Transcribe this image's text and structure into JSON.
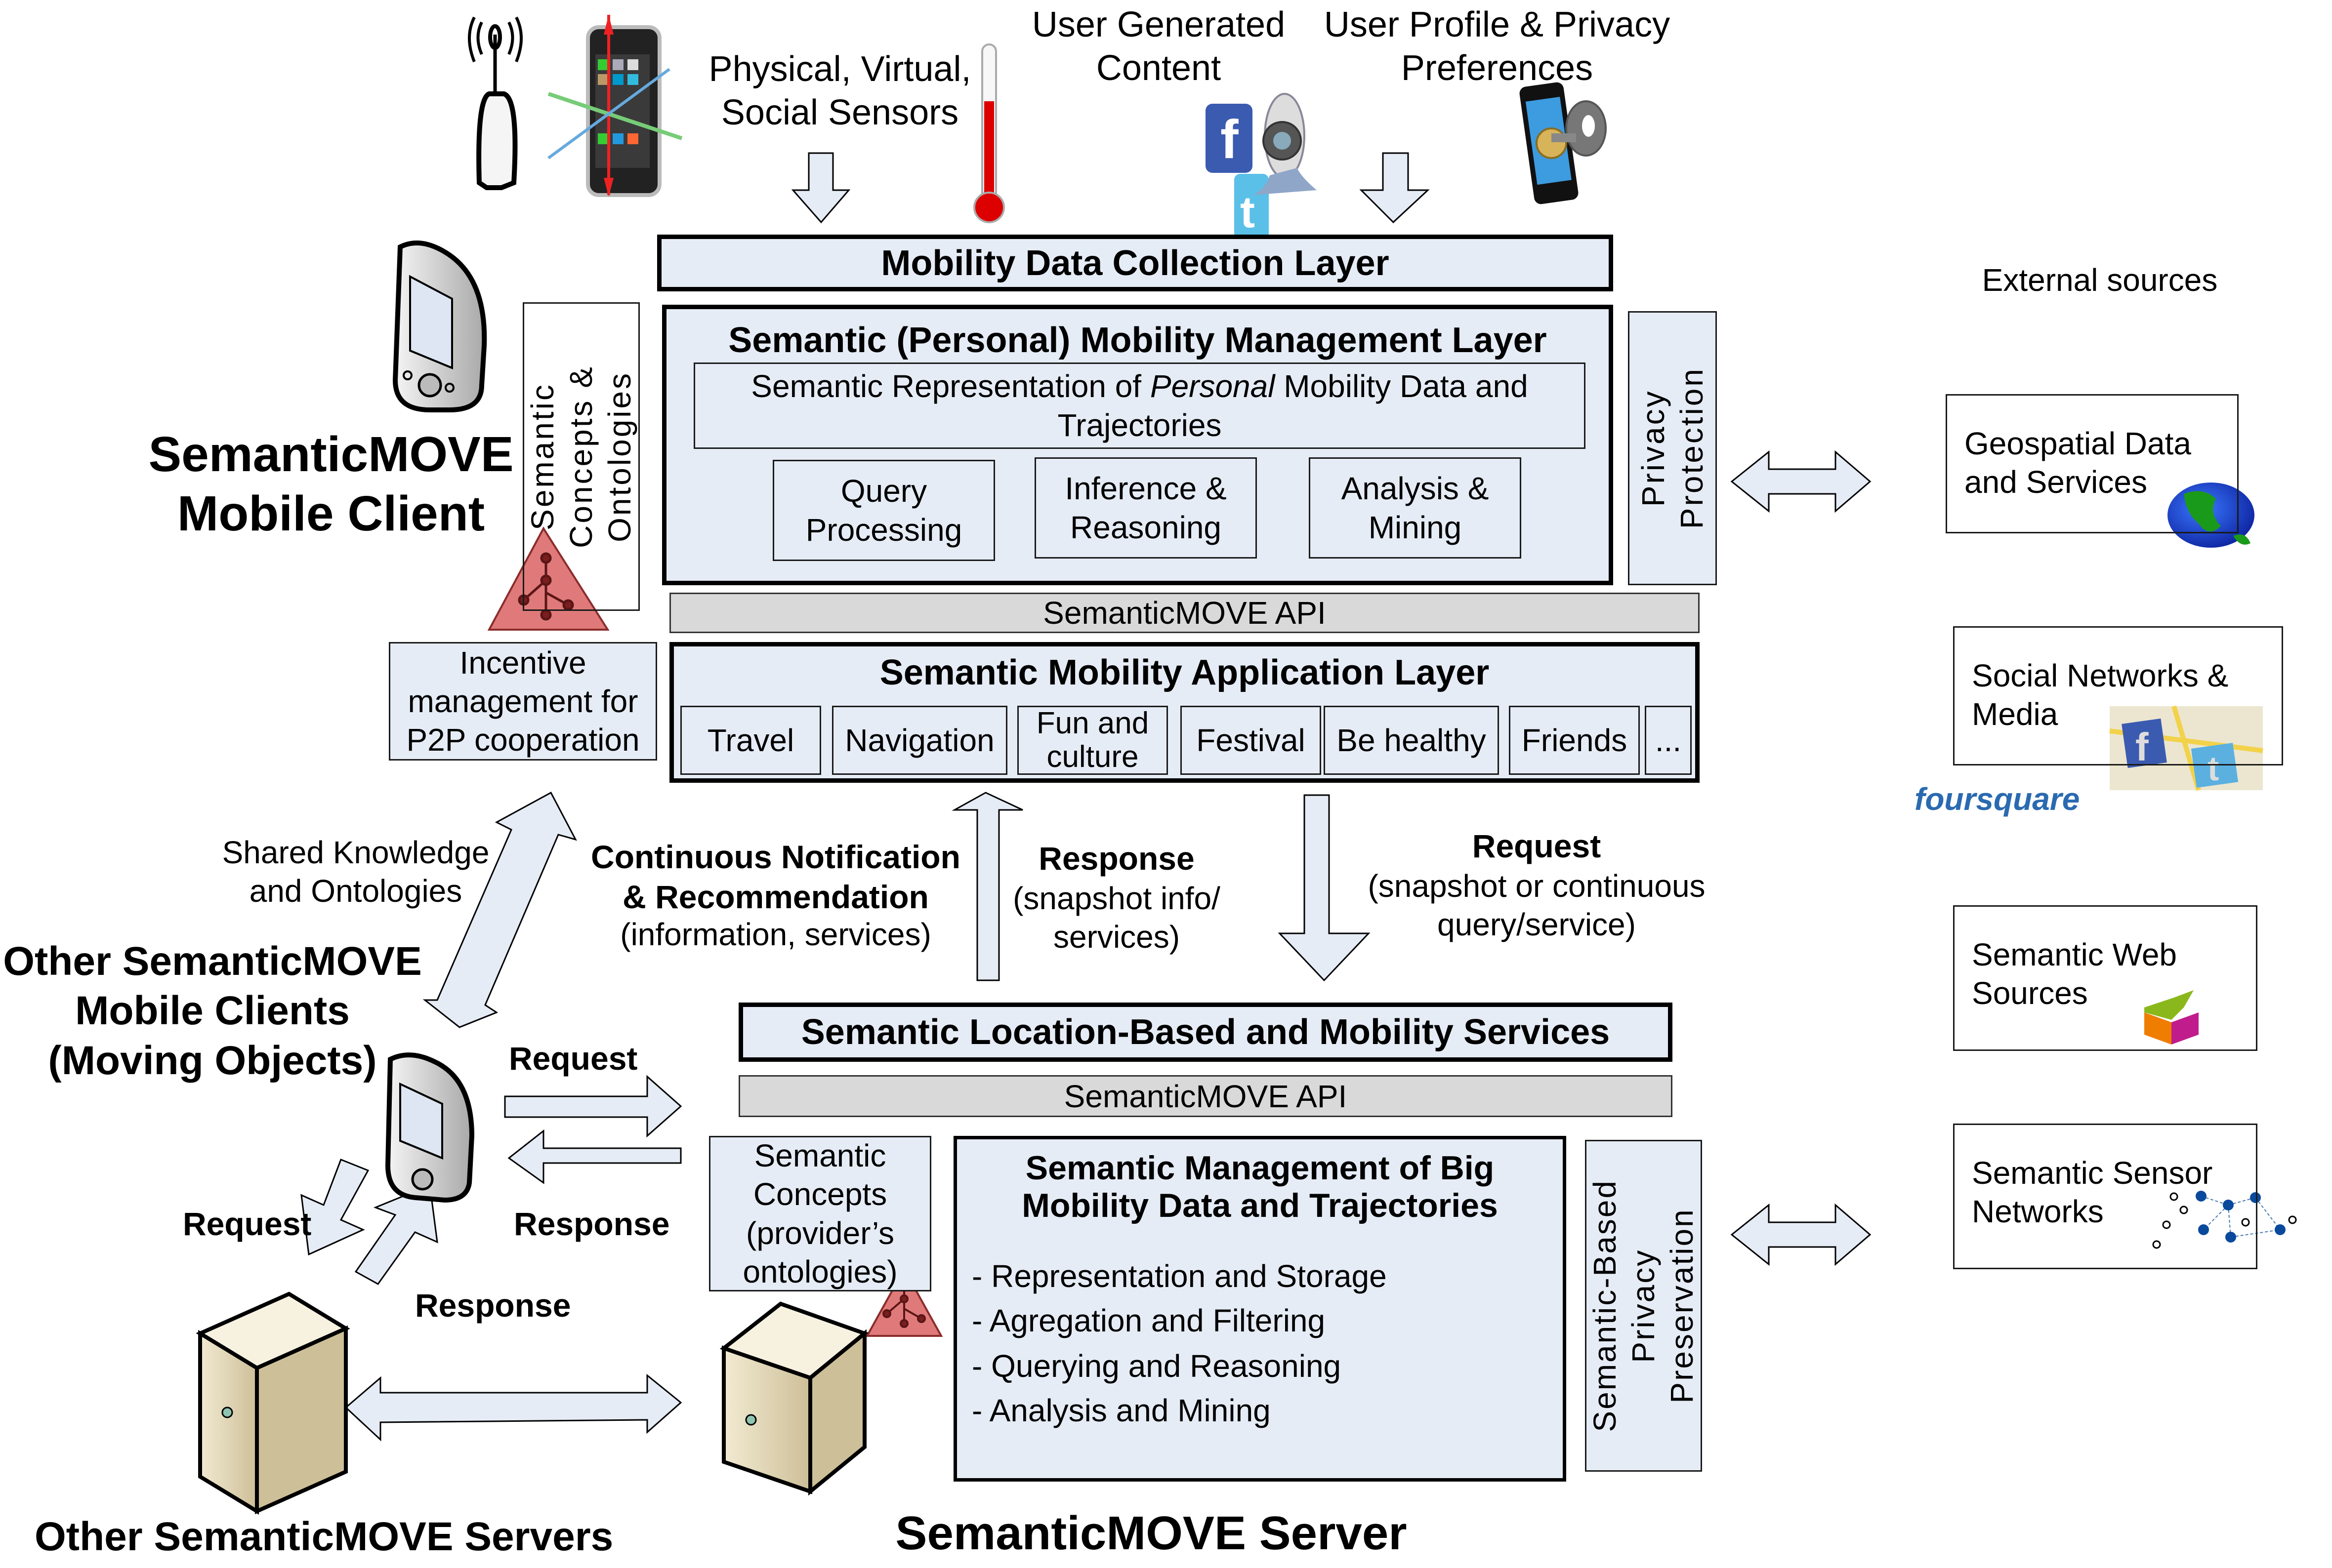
{
  "top": {
    "sensors_label": "Physical, Virtual,\nSocial Sensors",
    "ugc_label": "User Generated\nContent",
    "profile_label": "User Profile & Privacy\nPreferences"
  },
  "client": {
    "title": "SemanticMOVE\nMobile Client",
    "collection_layer": "Mobility Data Collection Layer",
    "management_layer": {
      "title": "Semantic (Personal) Mobility Management Layer",
      "representation_pre": "Semantic Representation of ",
      "representation_italic": "Personal",
      "representation_post": " Mobility Data and\nTrajectories",
      "modules": [
        "Query\nProcessing",
        "Inference &\nReasoning",
        "Analysis &\nMining"
      ]
    },
    "concepts": "Semantic\nConcepts &\nOntologies",
    "privacy": "Privacy\nProtection",
    "api": "SemanticMOVE API",
    "incentive": "Incentive\nmanagement for\nP2P cooperation",
    "app_layer": {
      "title": "Semantic Mobility Application Layer",
      "apps": [
        "Travel",
        "Navigation",
        "Fun and\nculture",
        "Festival",
        "Be healthy",
        "Friends",
        "..."
      ]
    }
  },
  "links": {
    "shared_knowledge": "Shared Knowledge\nand Ontologies",
    "notification_title": "Continuous Notification\n& Recommendation",
    "notification_sub": "(information, services)",
    "response_title": "Response",
    "response_sub": "(snapshot info/\nservices)",
    "request_title": "Request",
    "request_sub": "(snapshot or continuous\nquery/service)",
    "peer_request": "Request",
    "peer_response": "Response",
    "server_request": "Request",
    "server_response": "Response"
  },
  "others": {
    "clients_title": "Other SemanticMOVE\nMobile Clients\n(Moving Objects)",
    "servers_title": "Other SemanticMOVE Servers"
  },
  "server": {
    "title": "SemanticMOVE Server",
    "services": "Semantic Location-Based and Mobility Services",
    "api": "SemanticMOVE API",
    "concepts": "Semantic\nConcepts\n(provider’s\nontologies)",
    "management": {
      "title": "Semantic Management of Big\nMobility Data and Trajectories",
      "items": [
        "- Representation and Storage",
        "- Agregation and Filtering",
        "- Querying and Reasoning",
        "- Analysis and Mining"
      ]
    },
    "privacy": "Semantic-Based\nPrivacy\nPreservation"
  },
  "external": {
    "title": "External sources",
    "sources": [
      {
        "label": "Geospatial Data\nand Services",
        "icon": "globe-icon"
      },
      {
        "label": "Social Networks  &\nMedia",
        "icon": "social-map-icon",
        "extra_logo": "foursquare"
      },
      {
        "label": "Semantic Web\nSources",
        "icon": "semantic-web-cube-icon"
      },
      {
        "label": "Semantic Sensor\nNetworks",
        "icon": "sensor-network-icon"
      }
    ]
  },
  "colors": {
    "panel_fill": "#e6ecf6",
    "api_fill": "#d9d9d9",
    "ontology_red": "#e07a7a",
    "server_beige": "#e8dcbc"
  }
}
